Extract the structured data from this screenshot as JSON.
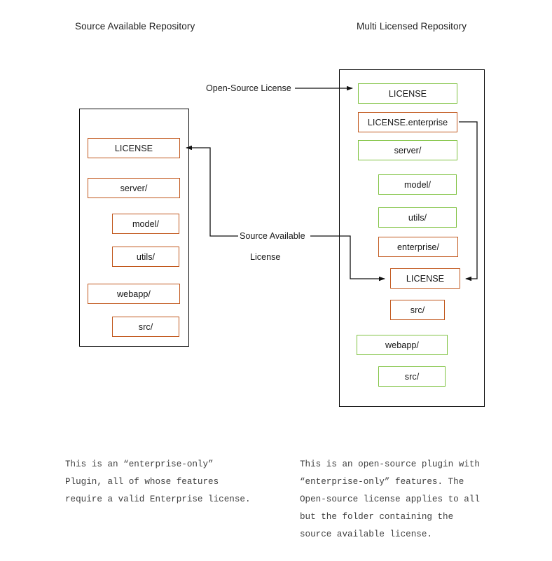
{
  "colors": {
    "open_source_green": "#7fc241",
    "source_available_orange": "#c1571c",
    "outline_black": "#0a0a0a",
    "background": "#ffffff",
    "caption_text": "#3f3f3f"
  },
  "titles": {
    "left": "Source Available Repository",
    "right": "Multi Licensed Repository"
  },
  "edge_labels": {
    "open_source_license": "Open-Source License",
    "source_available_line1": "Source Available",
    "source_available_line2": "License"
  },
  "left_repo": {
    "name": "Source Available Repository",
    "nodes": [
      {
        "label": "LICENSE",
        "color": "orange",
        "indent": 0
      },
      {
        "label": "server/",
        "color": "orange",
        "indent": 0
      },
      {
        "label": "model/",
        "color": "orange",
        "indent": 1
      },
      {
        "label": "utils/",
        "color": "orange",
        "indent": 1
      },
      {
        "label": "webapp/",
        "color": "orange",
        "indent": 0
      },
      {
        "label": "src/",
        "color": "orange",
        "indent": 1
      }
    ]
  },
  "right_repo": {
    "name": "Multi Licensed Repository",
    "nodes": [
      {
        "label": "LICENSE",
        "color": "green",
        "indent": 0
      },
      {
        "label": "LICENSE.enterprise",
        "color": "orange",
        "indent": 0
      },
      {
        "label": "server/",
        "color": "green",
        "indent": 0
      },
      {
        "label": "model/",
        "color": "green",
        "indent": 1
      },
      {
        "label": "utils/",
        "color": "green",
        "indent": 1
      },
      {
        "label": "enterprise/",
        "color": "orange",
        "indent": 1
      },
      {
        "label": "LICENSE",
        "color": "orange",
        "indent": 2
      },
      {
        "label": "src/",
        "color": "orange",
        "indent": 2
      },
      {
        "label": "webapp/",
        "color": "green",
        "indent": 0
      },
      {
        "label": "src/",
        "color": "green",
        "indent": 1
      }
    ]
  },
  "captions": {
    "left": "This is an “enterprise-only”\nPlugin, all of whose features\nrequire a valid Enterprise license.",
    "right": "This is an open-source plugin with\n“enterprise-only” features. The\nOpen-source license applies to all\nbut the folder containing the\nsource available license."
  }
}
